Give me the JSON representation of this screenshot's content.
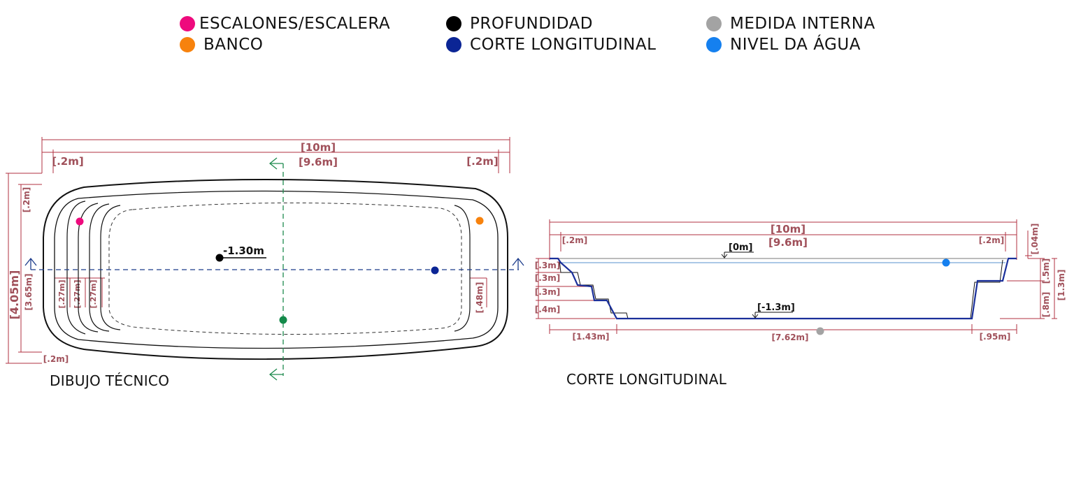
{
  "legend": {
    "items": [
      {
        "label": "ESCALONES/ESCALERA",
        "color": "#ee0a7d"
      },
      {
        "label": "BANCO",
        "color": "#f7820d"
      },
      {
        "label": "PROFUNDIDAD",
        "color": "#000000"
      },
      {
        "label": "CORTE LONGITUDINAL",
        "color": "#0b2595"
      },
      {
        "label": "MEDIDA INTERNA",
        "color": "#a3a3a3"
      },
      {
        "label": "NIVEL DA ÁGUA",
        "color": "#1580ef"
      }
    ]
  },
  "plan": {
    "caption": "DIBUJO TÉCNICO",
    "total_length": "[10m]",
    "inner_length": "[9.6m]",
    "left_margin": "[.2m]",
    "right_margin": "[.2m]",
    "total_width": "[4.05m]",
    "inner_width": "[3.65m]",
    "top_margin": "[.2m]",
    "bottom_margin": "[.2m]",
    "step_1": "[.27m]",
    "step_2": "[.27m]",
    "step_3": "[.27m]",
    "bench": "[.48m]",
    "depth": "-1.30m"
  },
  "section": {
    "caption": "CORTE LONGITUDINAL",
    "total_length": "[10m]",
    "inner_length": "[9.6m]",
    "left_margin": "[.2m]",
    "right_margin": "[.2m]",
    "top_level": "[0m]",
    "bottom_level": "[-1.3m]",
    "rim": "[.04m]",
    "step_h1": "[.3m]",
    "step_h2": "[.3m]",
    "step_h3": "[.3m]",
    "step_h4": "[.4m]",
    "right_h1": "[.5m]",
    "right_h2": "[.8m]",
    "right_total": "[1.3m]",
    "bottom_left": "[1.43m]",
    "bottom_mid": "[7.62m]",
    "bottom_right": "[.95m]"
  }
}
